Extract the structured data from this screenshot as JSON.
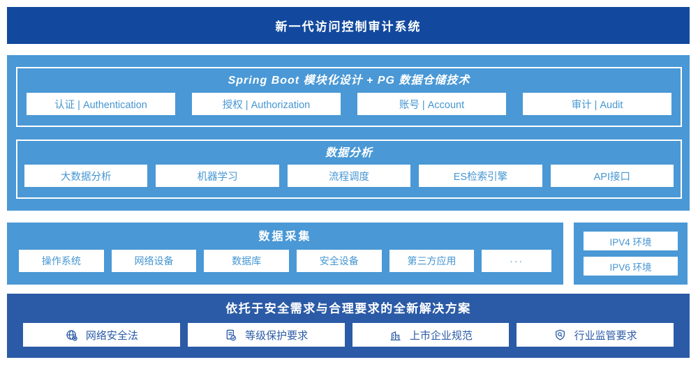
{
  "colors": {
    "banner_navy": "#12499e",
    "solution_navy": "#2b5ba6",
    "panel_blue": "#4a98d5",
    "chip_text_blue": "#4596d2",
    "chip_bg": "#ffffff"
  },
  "banner": {
    "title": "新一代访问控制审计系统"
  },
  "platform": {
    "sections": [
      {
        "title": "Spring Boot 模块化设计 + PG 数据仓储技术",
        "items": [
          "认证 | Authentication",
          "授权 | Authorization",
          "账号 | Account",
          "审计 | Audit"
        ]
      },
      {
        "title": "数据分析",
        "items": [
          "大数据分析",
          "机器学习",
          "流程调度",
          "ES检索引擎",
          "API接口"
        ]
      }
    ]
  },
  "collection": {
    "title": "数据采集",
    "items": [
      "操作系统",
      "网络设备",
      "数据库",
      "安全设备",
      "第三方应用",
      "···"
    ],
    "environments": [
      "IPV4 环境",
      "IPV6 环境"
    ]
  },
  "solution": {
    "title": "依托于安全需求与合理要求的全新解决方案",
    "items": [
      {
        "icon": "globe-pin-icon",
        "label": "网络安全法"
      },
      {
        "icon": "document-check-icon",
        "label": "等级保护要求"
      },
      {
        "icon": "buildings-icon",
        "label": "上市企业规范"
      },
      {
        "icon": "shield-search-icon",
        "label": "行业监管要求"
      }
    ]
  }
}
